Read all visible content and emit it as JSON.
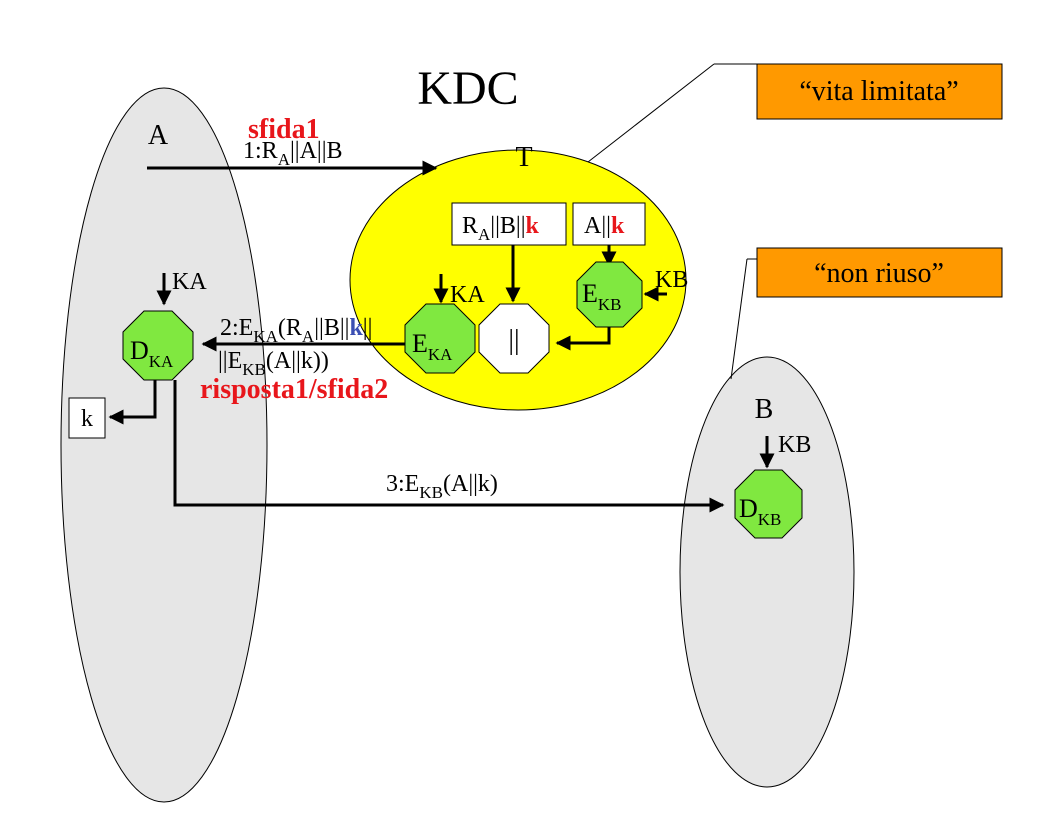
{
  "title": "KDC",
  "actors": {
    "a": "A",
    "b": "B",
    "t": "T"
  },
  "notes": {
    "lifetime": "“vita limitata”",
    "no_reuse": "“non riuso”"
  },
  "labels": {
    "challenge1": "sfida1",
    "response1": "risposta1/sfida2",
    "key": "KA",
    "keyB": "KB",
    "session_key": "k",
    "concat": "||",
    "sep": "||",
    "E": "E",
    "D": "D",
    "R": "R",
    "A": "A",
    "B": "B",
    "open": "(",
    "close": ")",
    "m1": "1:",
    "m2": "2:",
    "m3": "3:"
  },
  "colors": {
    "kdc_fill": "#ffff00",
    "node_fill": "#80e840",
    "note_fill": "#ff9900",
    "region_fill": "#e6e6e6",
    "red": "#e8161b",
    "blue": "#3b4fb3"
  }
}
